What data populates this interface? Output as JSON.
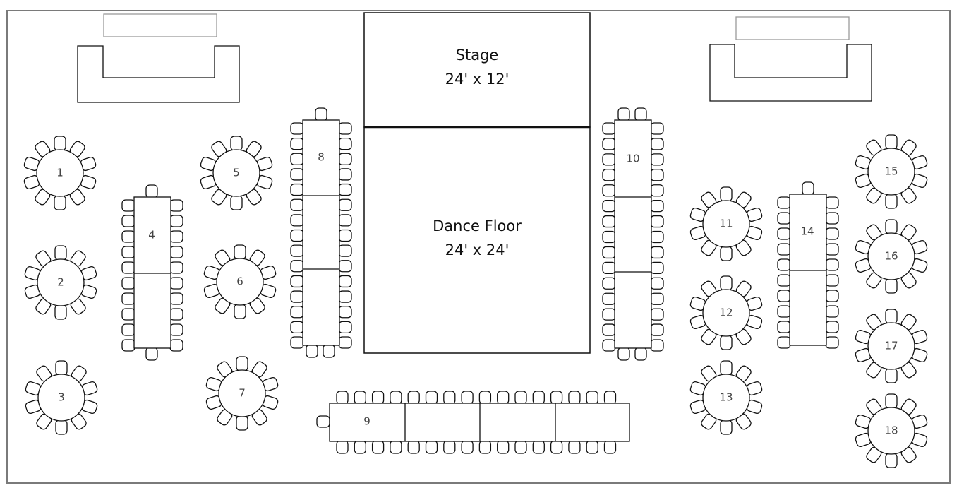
{
  "stage": {
    "title": "Stage",
    "size": "24' x 12'"
  },
  "dance_floor": {
    "title": "Dance Floor",
    "size": "24' x 24'"
  },
  "tables": {
    "t1": "1",
    "t2": "2",
    "t3": "3",
    "t4": "4",
    "t5": "5",
    "t6": "6",
    "t7": "7",
    "t8": "8",
    "t9": "9",
    "t10": "10",
    "t11": "11",
    "t12": "12",
    "t13": "13",
    "t14": "14",
    "t15": "15",
    "t16": "16",
    "t17": "17",
    "t18": "18"
  }
}
